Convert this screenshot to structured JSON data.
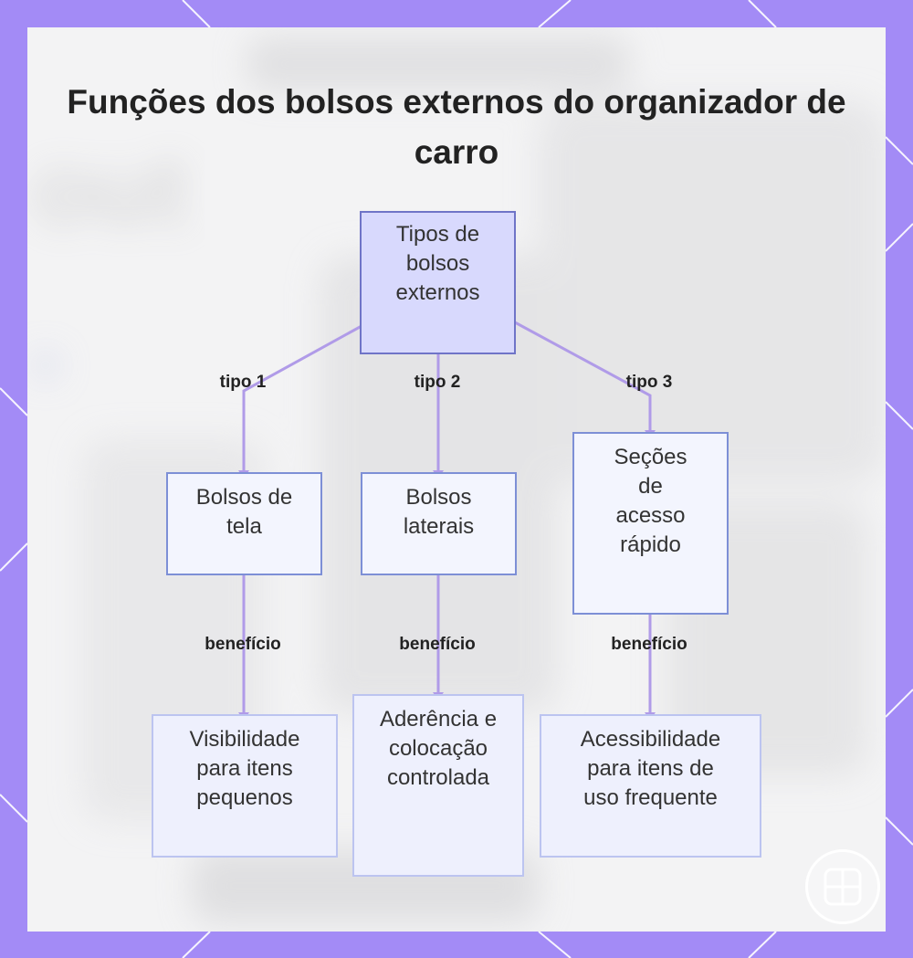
{
  "title": "Funções dos bolsos externos do organizador de carro",
  "root": {
    "label": "Tipos de bolsos externos"
  },
  "branches": [
    {
      "edge_label": "tipo 1",
      "node": "Bolsos de tela",
      "benefit_label": "benefício",
      "benefit": "Visibilidade para itens pequenos"
    },
    {
      "edge_label": "tipo 2",
      "node": "Bolsos laterais",
      "benefit_label": "benefício",
      "benefit": "Aderência e colocação controlada"
    },
    {
      "edge_label": "tipo 3",
      "node": "Seções de acesso rápido",
      "benefit_label": "benefício",
      "benefit": "Acessibilidade para itens de uso frequente"
    }
  ],
  "logo": {
    "icon": "grid-window-icon"
  },
  "colors": {
    "frame": "#a38bf6",
    "card": "#f3f3f4",
    "root_fill": "#d8d9fd",
    "root_border": "#6f74c7",
    "node_border": "#7d8fd6",
    "leaf_border": "#bcc4f0",
    "connector": "#b09be8"
  }
}
